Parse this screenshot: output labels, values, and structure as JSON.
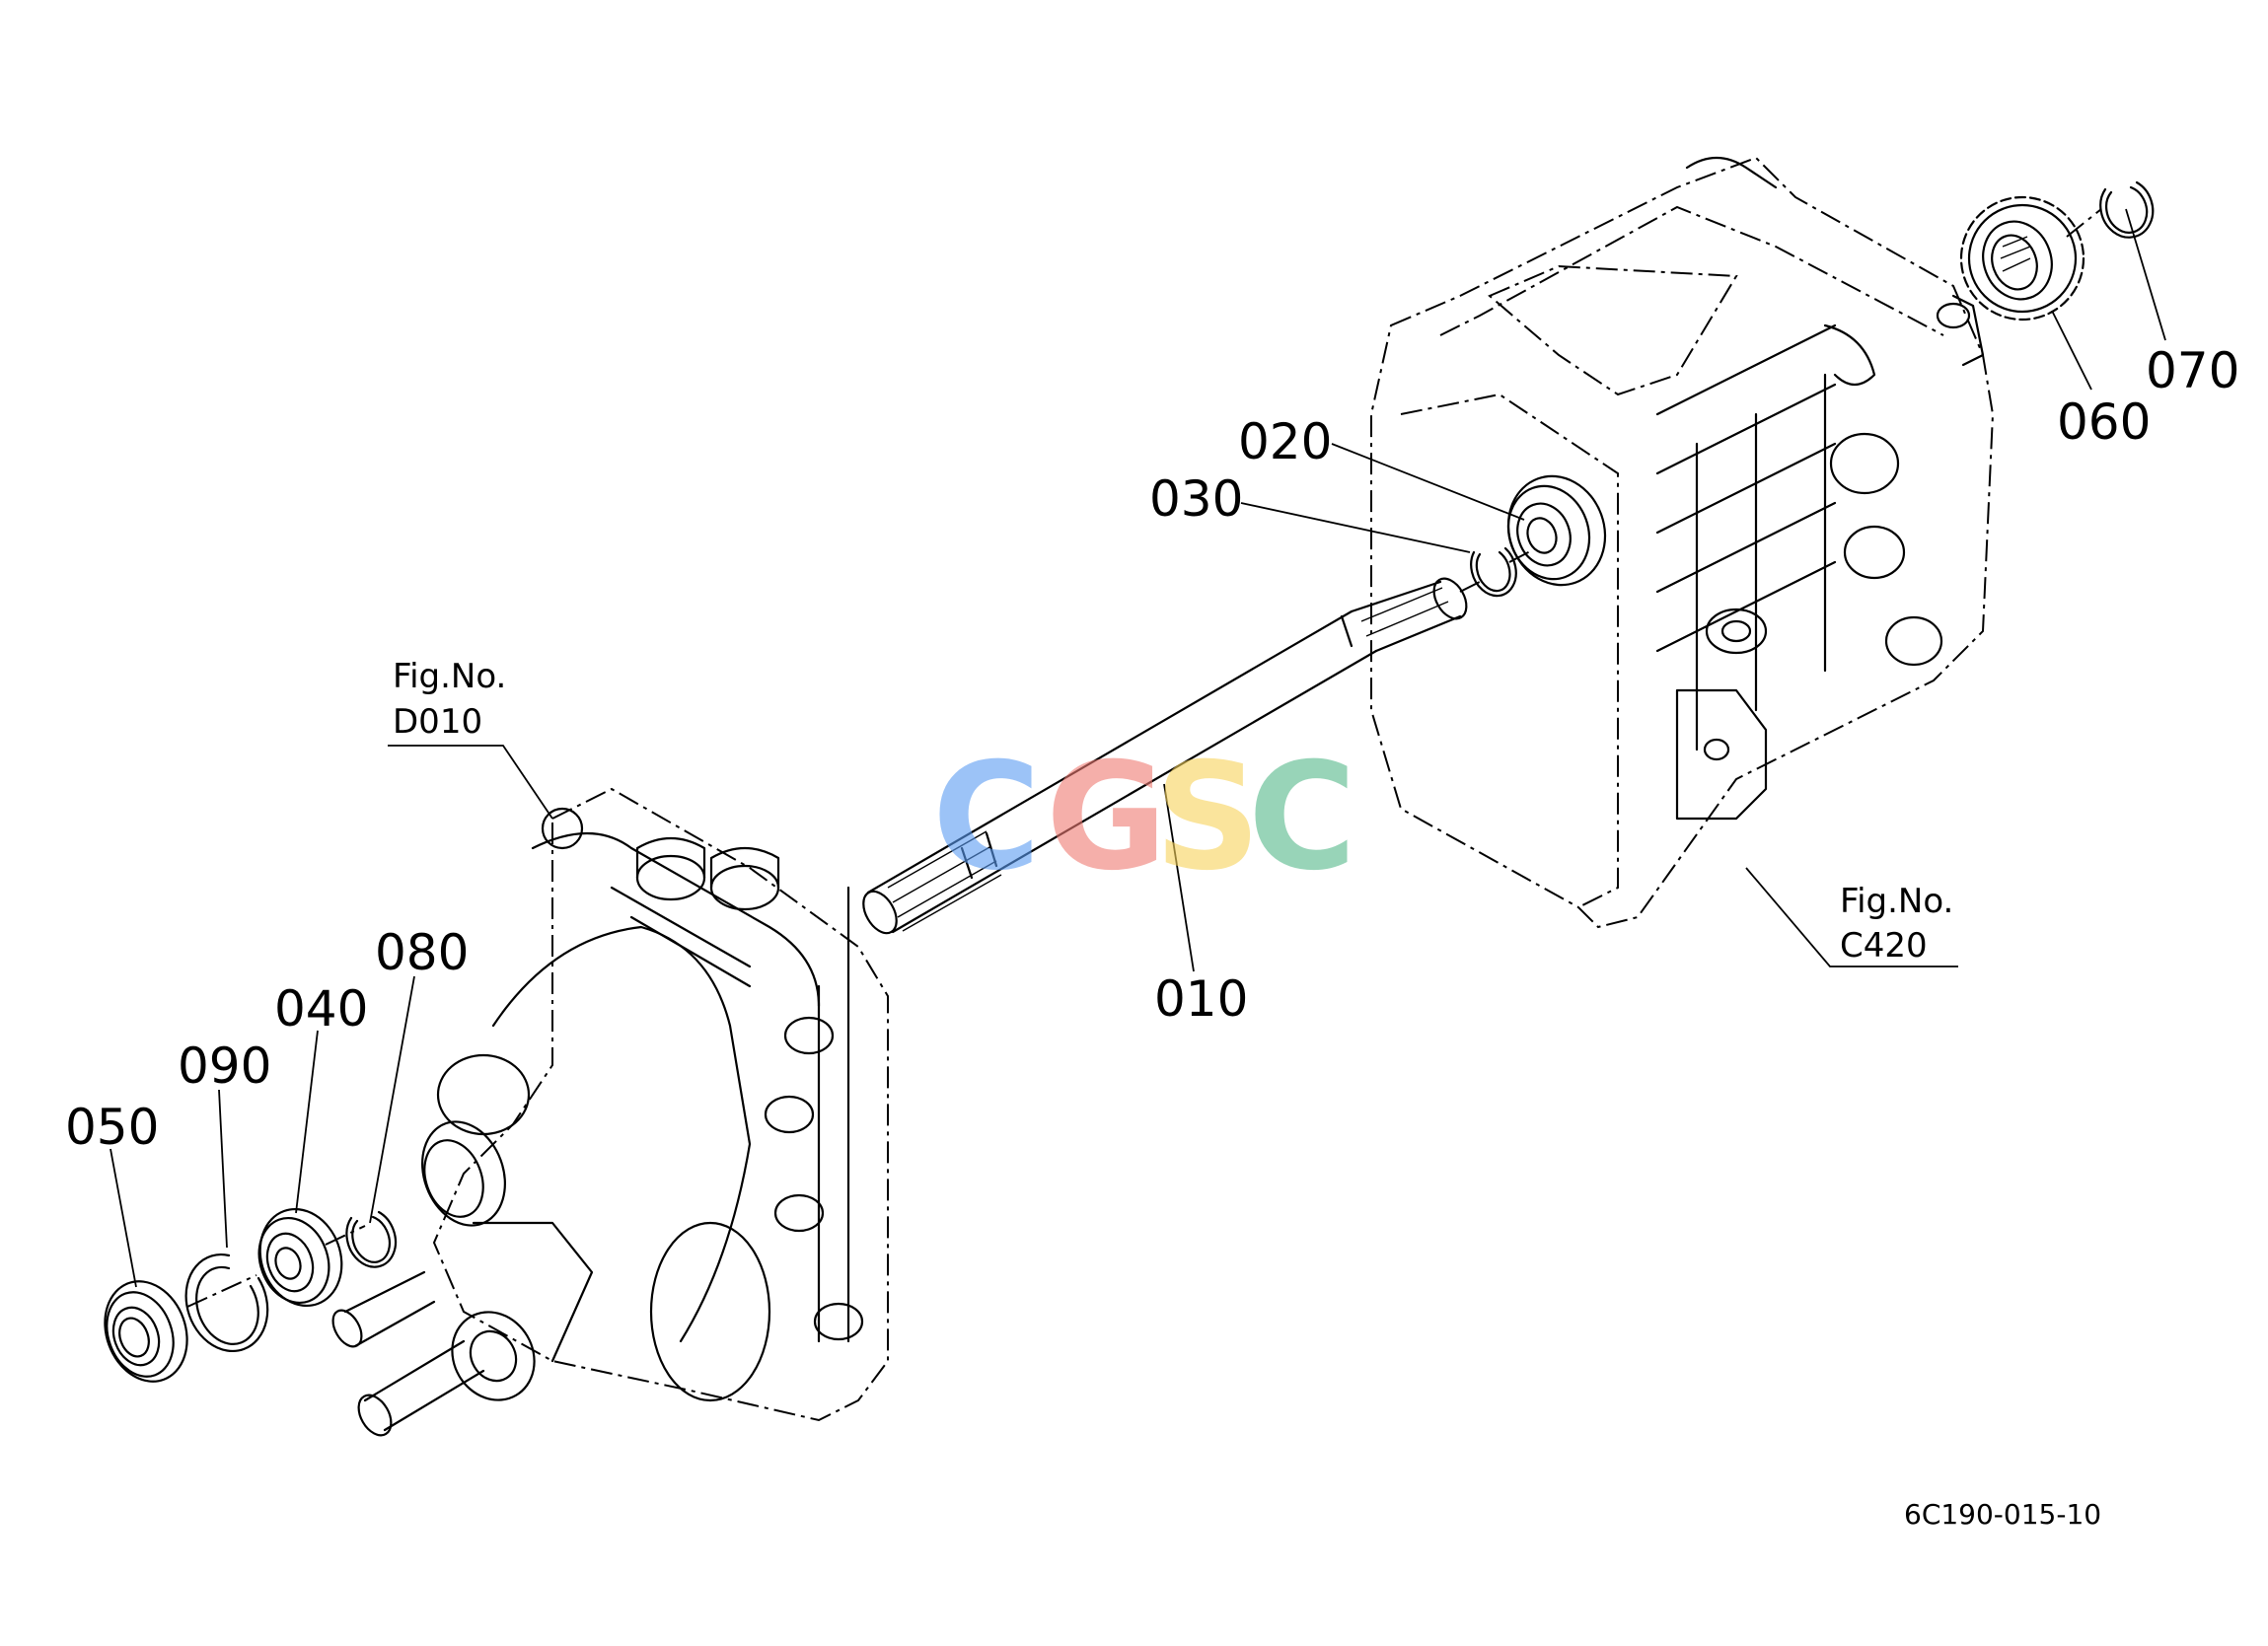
{
  "parts": [
    {
      "id": "010",
      "label": "010"
    },
    {
      "id": "020",
      "label": "020"
    },
    {
      "id": "030",
      "label": "030"
    },
    {
      "id": "040",
      "label": "040"
    },
    {
      "id": "050",
      "label": "050"
    },
    {
      "id": "060",
      "label": "060"
    },
    {
      "id": "070",
      "label": "070"
    },
    {
      "id": "080",
      "label": "080"
    },
    {
      "id": "090",
      "label": "090"
    }
  ],
  "references": {
    "left": {
      "line1": "Fig.No.",
      "line2": "D010"
    },
    "right": {
      "line1": "Fig.No.",
      "line2": "C420"
    }
  },
  "drawing_code": "6C190-015-10",
  "watermark": {
    "letters": [
      {
        "char": "C",
        "color": "#5b9cf2"
      },
      {
        "char": "G",
        "color": "#ef7b73"
      },
      {
        "char": "S",
        "color": "#f7d35b"
      },
      {
        "char": "C",
        "color": "#55b98a"
      }
    ]
  }
}
